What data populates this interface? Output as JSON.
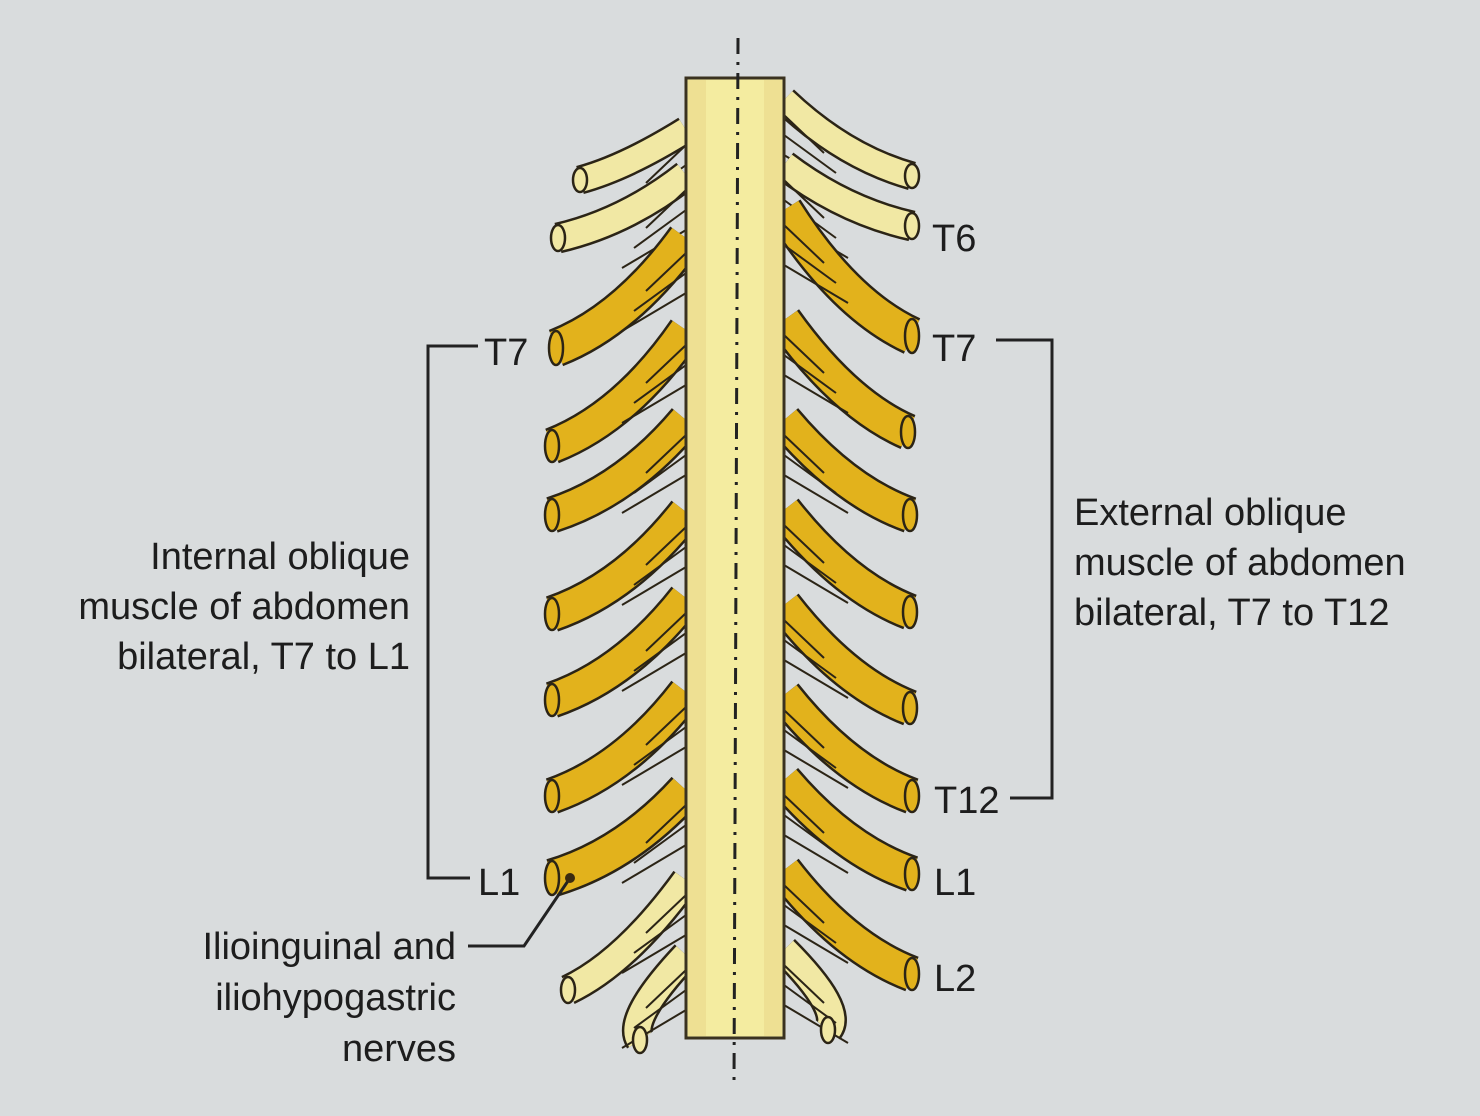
{
  "segment_labels": {
    "right_t6": "T6",
    "right_t7": "T7",
    "right_t12": "T12",
    "right_l1": "L1",
    "right_l2": "L2",
    "left_t7": "T7",
    "left_l1": "L1"
  },
  "internal_oblique": {
    "lines": [
      "Internal oblique",
      "muscle of abdomen",
      "bilateral, T7 to L1"
    ]
  },
  "external_oblique": {
    "lines": [
      "External oblique",
      "muscle of abdomen",
      "bilateral, T7 to T12"
    ]
  },
  "ilio_nerves": {
    "lines": [
      "Ilioinguinal and",
      "iliohypogastric",
      "nerves"
    ]
  },
  "colors": {
    "background": "#d9dcdd",
    "cord": "#f4eca0",
    "cord_edge": "#c9b860",
    "nerve_dark": "#e2b21c",
    "nerve_light": "#f1e8a4",
    "outline": "#2b2416"
  }
}
